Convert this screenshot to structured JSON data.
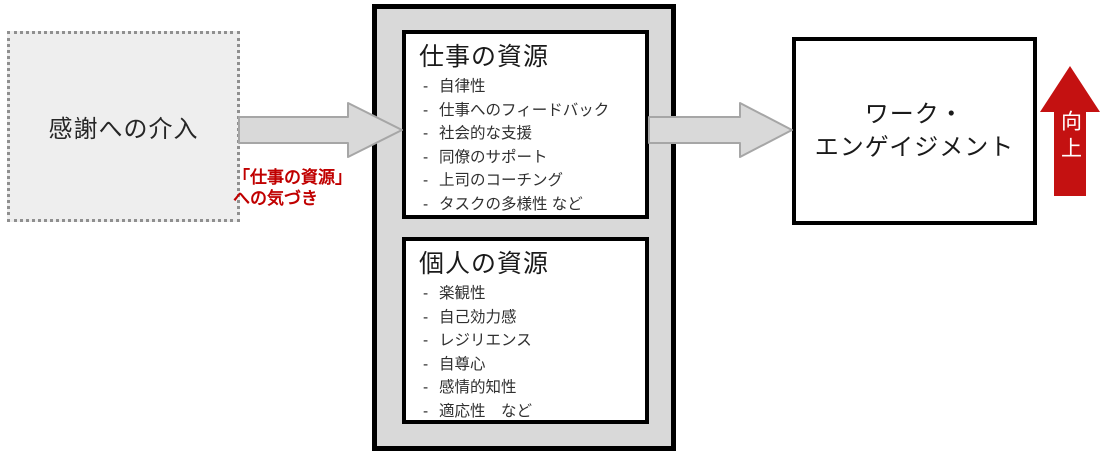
{
  "colors": {
    "arrow_fill": "#d9d9d9",
    "arrow_stroke": "#a6a6a6",
    "container_fill": "#d9d9d9",
    "intervention_fill": "#eeeeee",
    "accent_red": "#c41111"
  },
  "intervention_box": {
    "label": "感謝への介入"
  },
  "annotation": {
    "line1": "「仕事の資源」",
    "line2": "への気づき"
  },
  "resources_container": {
    "job_resources": {
      "title": "仕事の資源",
      "items": [
        "自律性",
        "仕事へのフィードバック",
        "社会的な支援",
        "同僚のサポート",
        "上司のコーチング",
        "タスクの多様性 など"
      ]
    },
    "personal_resources": {
      "title": "個人の資源",
      "items": [
        "楽観性",
        "自己効力感",
        "レジリエンス",
        "自尊心",
        "感情的知性",
        "適応性　など"
      ]
    }
  },
  "outcome_box": {
    "line1": "ワーク・",
    "line2": "エンゲイジメント"
  },
  "up_arrow": {
    "label": "向上"
  }
}
